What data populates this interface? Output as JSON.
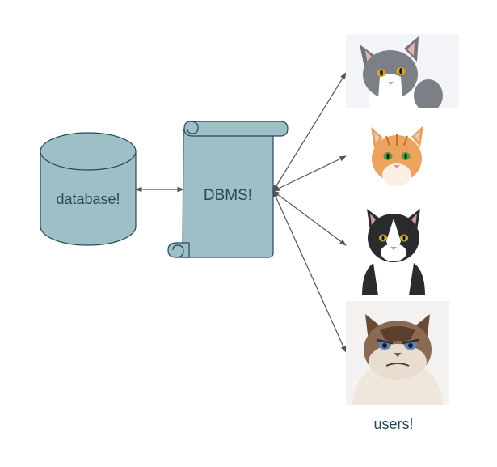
{
  "nodes": {
    "database": {
      "label": "database!",
      "shape": "cylinder",
      "fill": "#9fbfc6",
      "stroke": "#244a57"
    },
    "dbms": {
      "label": "DBMS!",
      "shape": "scroll",
      "fill": "#9fbfc6",
      "stroke": "#244a57"
    }
  },
  "users": {
    "label": "users!",
    "items": [
      {
        "depicts": "gray-and-white cat"
      },
      {
        "depicts": "orange tabby kitten"
      },
      {
        "depicts": "black-and-white cat"
      },
      {
        "depicts": "grumpy cat"
      }
    ]
  },
  "edges": [
    {
      "from": "database",
      "to": "dbms",
      "direction": "both"
    },
    {
      "from": "dbms",
      "to": "user-1",
      "direction": "both"
    },
    {
      "from": "dbms",
      "to": "user-2",
      "direction": "both"
    },
    {
      "from": "dbms",
      "to": "user-3",
      "direction": "both"
    },
    {
      "from": "dbms",
      "to": "user-4",
      "direction": "both"
    }
  ],
  "colors": {
    "connector": "#555555",
    "text": "#244a57"
  }
}
